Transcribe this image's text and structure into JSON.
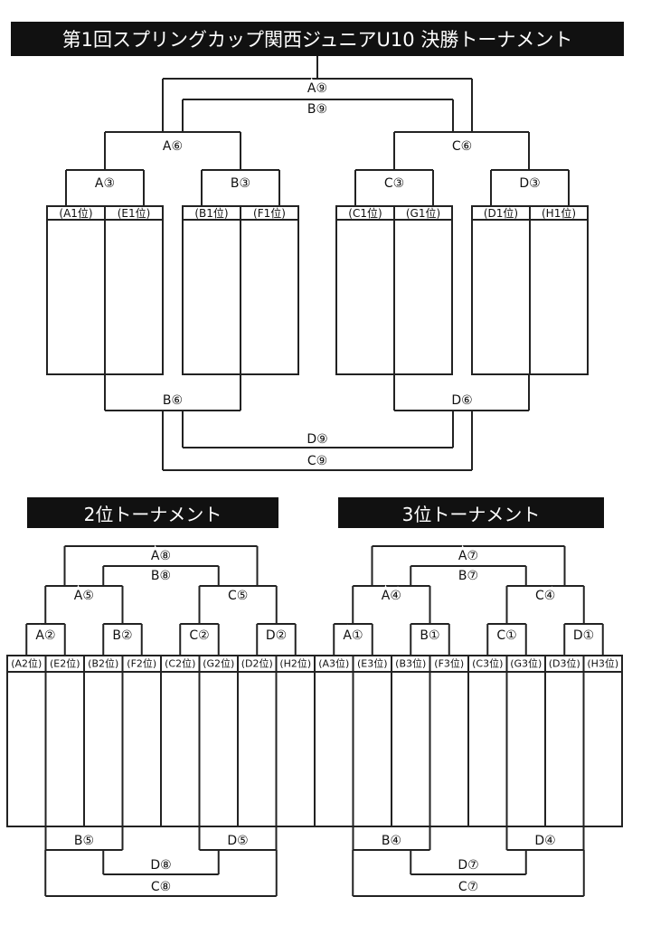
{
  "titles": {
    "main": "第1回スプリングカップ関西ジュニアU10 決勝トーナメント",
    "second": "2位トーナメント",
    "third": "3位トーナメント"
  },
  "final": {
    "slots": [
      "(A1位)",
      "(E1位)",
      "(B1位)",
      "(F1位)",
      "(C1位)",
      "(G1位)",
      "(D1位)",
      "(H1位)"
    ],
    "matches": {
      "top_r1": [
        "A③",
        "B③",
        "C③",
        "D③"
      ],
      "top_r2": [
        "A⑥",
        "C⑥"
      ],
      "top_final": [
        "A⑨",
        "B⑨"
      ],
      "bottom_r2": [
        "B⑥",
        "D⑥"
      ],
      "bottom_final": [
        "D⑨",
        "C⑨"
      ]
    }
  },
  "second": {
    "slots": [
      "(A2位)",
      "(E2位)",
      "(B2位)",
      "(F2位)",
      "(C2位)",
      "(G2位)",
      "(D2位)",
      "(H2位)"
    ],
    "matches": {
      "top_r1": [
        "A②",
        "B②",
        "C②",
        "D②"
      ],
      "top_r2": [
        "A⑤",
        "C⑤"
      ],
      "top_final": [
        "A⑧",
        "B⑧"
      ],
      "bottom_r2": [
        "B⑤",
        "D⑤"
      ],
      "bottom_final": [
        "D⑧",
        "C⑧"
      ]
    }
  },
  "third": {
    "slots": [
      "(A3位)",
      "(E3位)",
      "(B3位)",
      "(F3位)",
      "(C3位)",
      "(G3位)",
      "(D3位)",
      "(H3位)"
    ],
    "matches": {
      "top_r1": [
        "A①",
        "B①",
        "C①",
        "D①"
      ],
      "top_r2": [
        "A④",
        "C④"
      ],
      "top_final": [
        "A⑦",
        "B⑦"
      ],
      "bottom_r2": [
        "B④",
        "D④"
      ],
      "bottom_final": [
        "D⑦",
        "C⑦"
      ]
    }
  }
}
